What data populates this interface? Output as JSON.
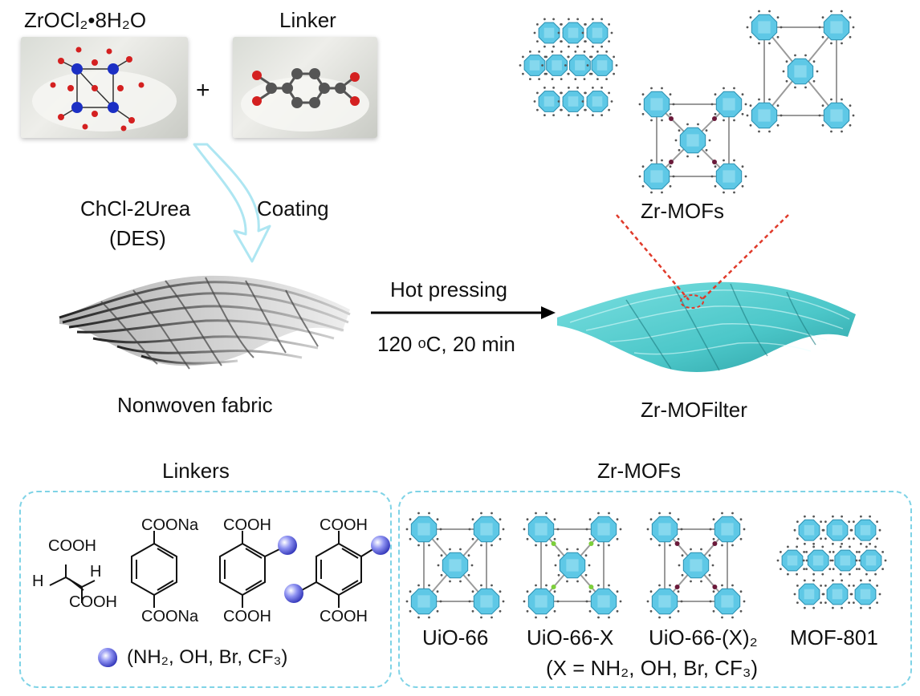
{
  "precursor": {
    "metal_salt": "ZrOCl₂•8H₂O",
    "plus": "+",
    "linker": "Linker"
  },
  "process": {
    "solvent": "ChCl-2Urea",
    "solvent_abbr": "(DES)",
    "coating": "Coating",
    "substrate": "Nonwoven fabric",
    "step": "Hot pressing",
    "conditions_temp": "120 ",
    "conditions_unit_o": "o",
    "conditions_rest": "C, 20 min",
    "product": "Zr-MOFilter",
    "zr_mofs_label": "Zr-MOFs"
  },
  "linkers_panel": {
    "title": "Linkers",
    "acid_top": "COOH",
    "acid_h_left": "H",
    "acid_h_right": "H",
    "acid_bottom": "COOH",
    "tpa_na_top": "COONa",
    "tpa_na_bottom": "COONa",
    "tpa_x_top": "COOH",
    "tpa_x_bottom": "COOH",
    "tpa_x2_top": "COOH",
    "tpa_x2_bottom": "COOH",
    "substituents": "(NH₂, OH, Br, CF₃)"
  },
  "mofs_panel": {
    "title": "Zr-MOFs",
    "items": [
      "UiO-66",
      "UiO-66-X",
      "UiO-66-(X)₂",
      "MOF-801"
    ],
    "note": "(X = NH₂, OH, Br, CF₃)"
  },
  "colors": {
    "zr_polyhedron": "#5ec8e6",
    "dashed_frame": "#7fd3e6",
    "arrow_hollow": "#aee6f2",
    "zoom_lines": "#e03a2a",
    "functional_sphere": "#5b5fe0",
    "filter_teal": "#4cc7c9"
  }
}
